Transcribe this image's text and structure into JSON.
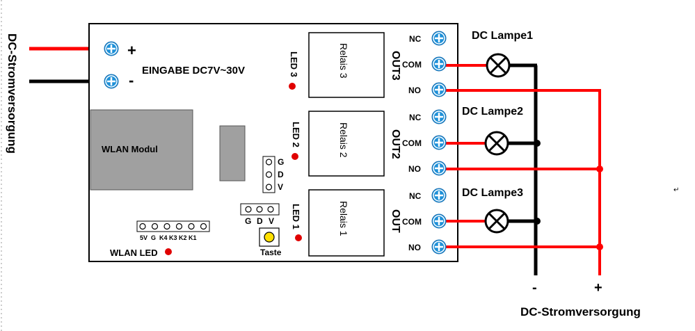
{
  "left_supply": {
    "label": "DC-Stromversorgung",
    "plus": "+",
    "minus": "-"
  },
  "board": {
    "input_label": "EINGABE DC7V~30V",
    "wlan_module_label": "WLAN Modul",
    "wlan_led_label": "WLAN LED",
    "button_label": "Taste",
    "header_right_labels": [
      "G",
      "D",
      "V"
    ],
    "header_bottom_labels": [
      "G",
      "D",
      "V"
    ],
    "header_pins_label": "5V  G  K4 K3 K2 K1",
    "leds": [
      "LED 3",
      "LED 2",
      "LED 1"
    ],
    "relays": [
      "Relais 3",
      "Relais 2",
      "Relais 1"
    ],
    "outputs": [
      "OUT3",
      "OUT2",
      "OUT"
    ]
  },
  "terminals": {
    "nc": "NC",
    "com": "COM",
    "no": "NO"
  },
  "lamps": [
    "DC Lampe1",
    "DC Lampe2",
    "DC Lampe3"
  ],
  "right_supply": {
    "label": "DC-Stromversorgung",
    "minus": "-",
    "plus": "+"
  },
  "colors": {
    "wire_red": "#ff0000",
    "wire_black": "#000000",
    "terminal_blue": "#1e90d8",
    "led_red": "#e00000",
    "module_gray": "#a0a0a0",
    "button_yellow": "#ffe000"
  }
}
